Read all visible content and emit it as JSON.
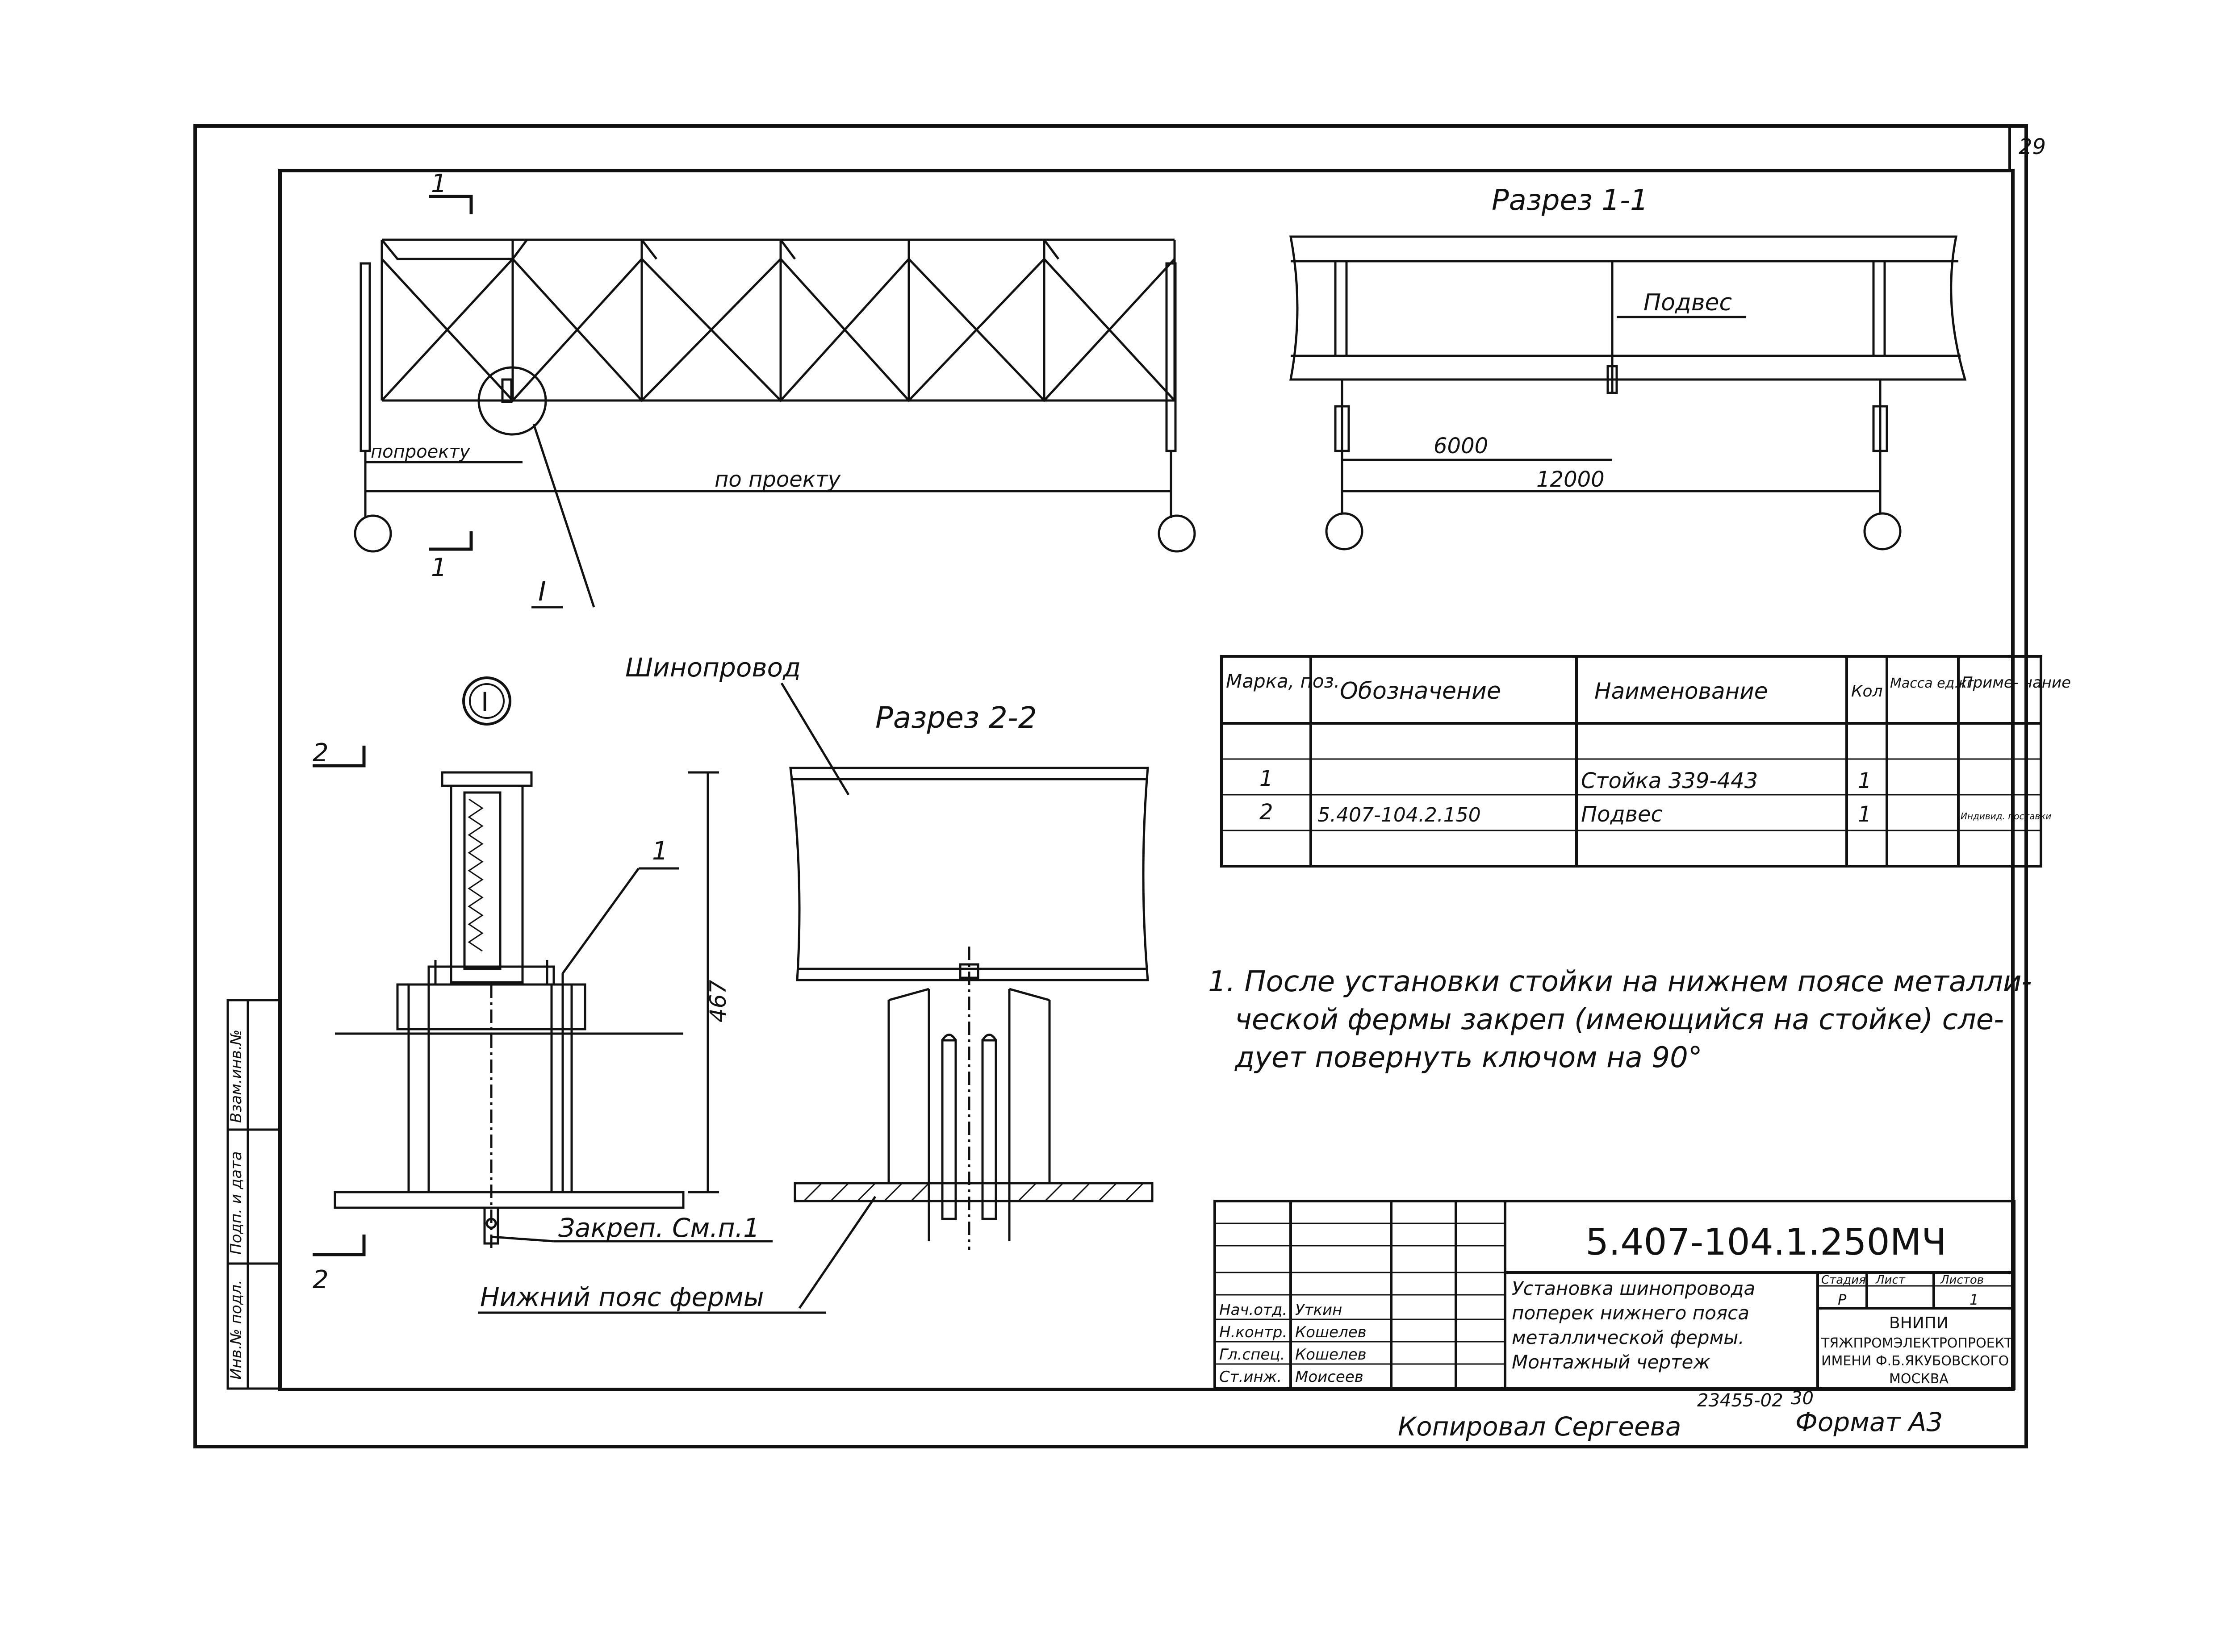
{
  "page_number": "29",
  "section_1_1": {
    "title": "Разрез 1-1",
    "podves": "Подвес",
    "dim_6000": "6000",
    "dim_12000": "12000"
  },
  "elevation": {
    "cut_mark_top": "1",
    "cut_mark_bottom": "1",
    "po_proektu_small": "попроекту",
    "po_proektu_large": "по проекту",
    "callout": "I"
  },
  "detail_I": {
    "label": "I",
    "cut_mark_top": "2",
    "cut_mark_bottom": "2",
    "pos_1": "1",
    "dim_467": "467",
    "zakrep": "Закреп. См.п.1",
    "nizhniy_poyas": "Нижний пояс фермы"
  },
  "section_2_2": {
    "shinoprovod": "Шинопровод",
    "title": "Разрез 2-2"
  },
  "spec_table": {
    "headers": {
      "marka": "Марка, поз.",
      "oboznachenie": "Обозначение",
      "naimenovanie": "Наименование",
      "kol": "Кол",
      "massa": "Масса ед.кг",
      "primechanie": "Приме- чание"
    },
    "rows": [
      {
        "pos": "1",
        "designation": "",
        "name": "Стойка 339-443",
        "qty": "1",
        "mass": "",
        "note": ""
      },
      {
        "pos": "2",
        "designation": "5.407-104.2.150",
        "name": "Подвес",
        "qty": "1",
        "mass": "",
        "note": "Индивид. поставки"
      }
    ]
  },
  "note": {
    "line1": "1. После установки стойки на нижнем поясе металли-",
    "line2": "ческой фермы закреп (имеющийся на стойке) сле-",
    "line3": "дует повернуть ключом на 90°"
  },
  "side_stamp": {
    "inv": "Инв.№ подл.",
    "podp": "Подп. и дата",
    "vzam": "Взам.инв.№"
  },
  "title_block": {
    "code": "5.407-104.1.250МЧ",
    "title_line1": "Установка шинопровода",
    "title_line2": "поперек нижнего пояса",
    "title_line3": "металлической фермы.",
    "title_line4": "Монтажный чертеж",
    "stage_label": "Стадия",
    "sheet_label": "Лист",
    "sheets_label": "Листов",
    "stage_value": "Р",
    "sheets_value": "1",
    "org_line1": "ВНИПИ",
    "org_line2": "ТЯЖПРОМЭЛЕКТРОПРОЕКТ",
    "org_line3": "ИМЕНИ Ф.Б.ЯКУБОВСКОГО",
    "org_line4": "МОСКВА",
    "signatures": [
      {
        "role": "Нач.отд.",
        "name": "Уткин"
      },
      {
        "role": "Н.контр.",
        "name": "Кошелев"
      },
      {
        "role": "Гл.спец.",
        "name": "Кошелев"
      },
      {
        "role": "Ст.инж.",
        "name": "Моисеев"
      }
    ]
  },
  "footer": {
    "kopiroval": "Копировал Сергеева",
    "number": "23455-02",
    "sheet_no": "30",
    "format": "Формат А3"
  }
}
